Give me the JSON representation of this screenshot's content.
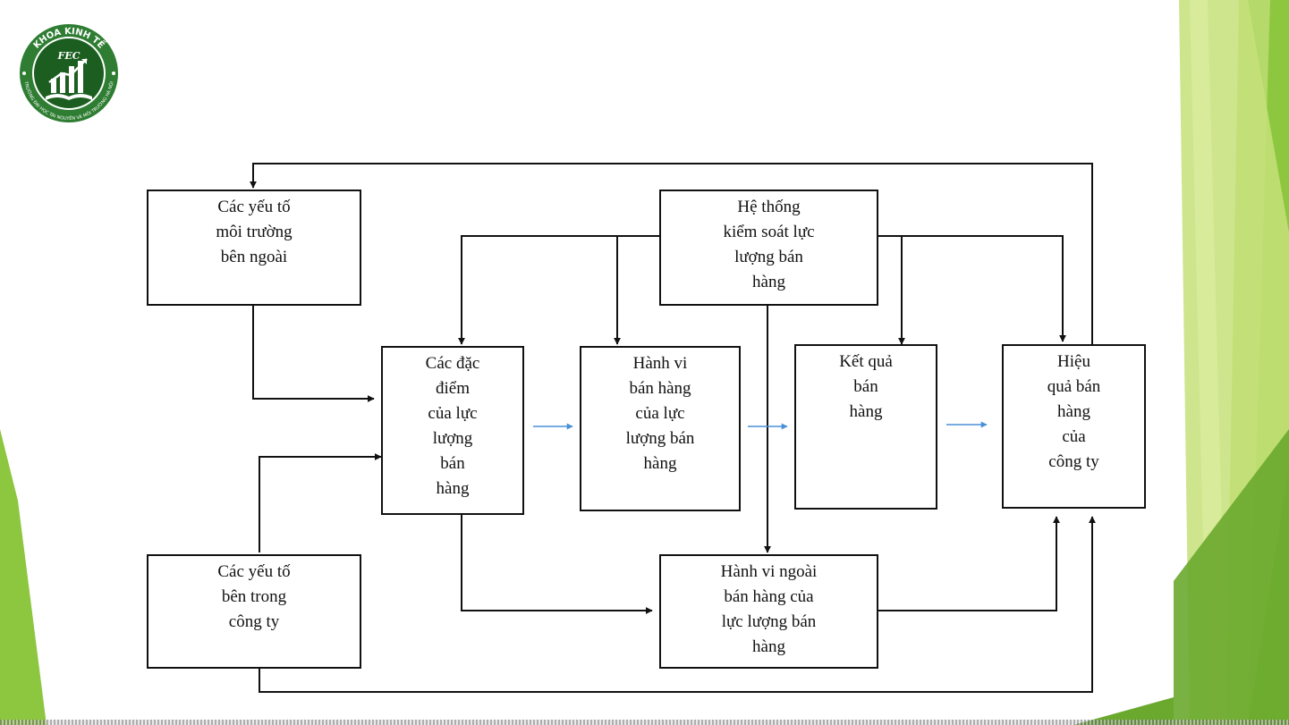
{
  "logo": {
    "ring_text_top": "KHOA KINH TẾ",
    "ring_text_bottom": "TRƯỜNG ĐẠI HỌC TÀI NGUYÊN VÀ MÔI TRƯỜNG HÀ NỘI",
    "center_text": "FEC",
    "colors": {
      "ring": "#2e7d32",
      "inner": "#1b5e20",
      "text": "#ffffff"
    }
  },
  "diagram": {
    "nodes": {
      "external_factors": "Các yếu tố\nmôi trường\nbên ngoài",
      "control_system": "Hệ thống\nkiểm soát lực\nlượng bán\nhàng",
      "salesforce_traits": "Các đặc\nđiểm\ncủa lực\nlượng\nbán\nhàng",
      "sales_behavior": "Hành vi\nbán hàng\ncủa lực\nlượng bán\nhàng",
      "sales_results": "Kết quả\nbán\nhàng",
      "company_effectiveness": "Hiệu\nquả bán\nhàng\ncủa\ncông ty",
      "internal_factors": "Các yếu tố\nbên trong\ncông ty",
      "non_sales_behavior": "Hành vi ngoài\nbán hàng của\nlực lượng bán\nhàng"
    },
    "colors": {
      "line": "#111111",
      "flow_arrow": "#4a90d9"
    }
  },
  "theme": {
    "green_light": "#c5e17a",
    "green_mid": "#8dc63f",
    "green_dark": "#6aa82e"
  }
}
